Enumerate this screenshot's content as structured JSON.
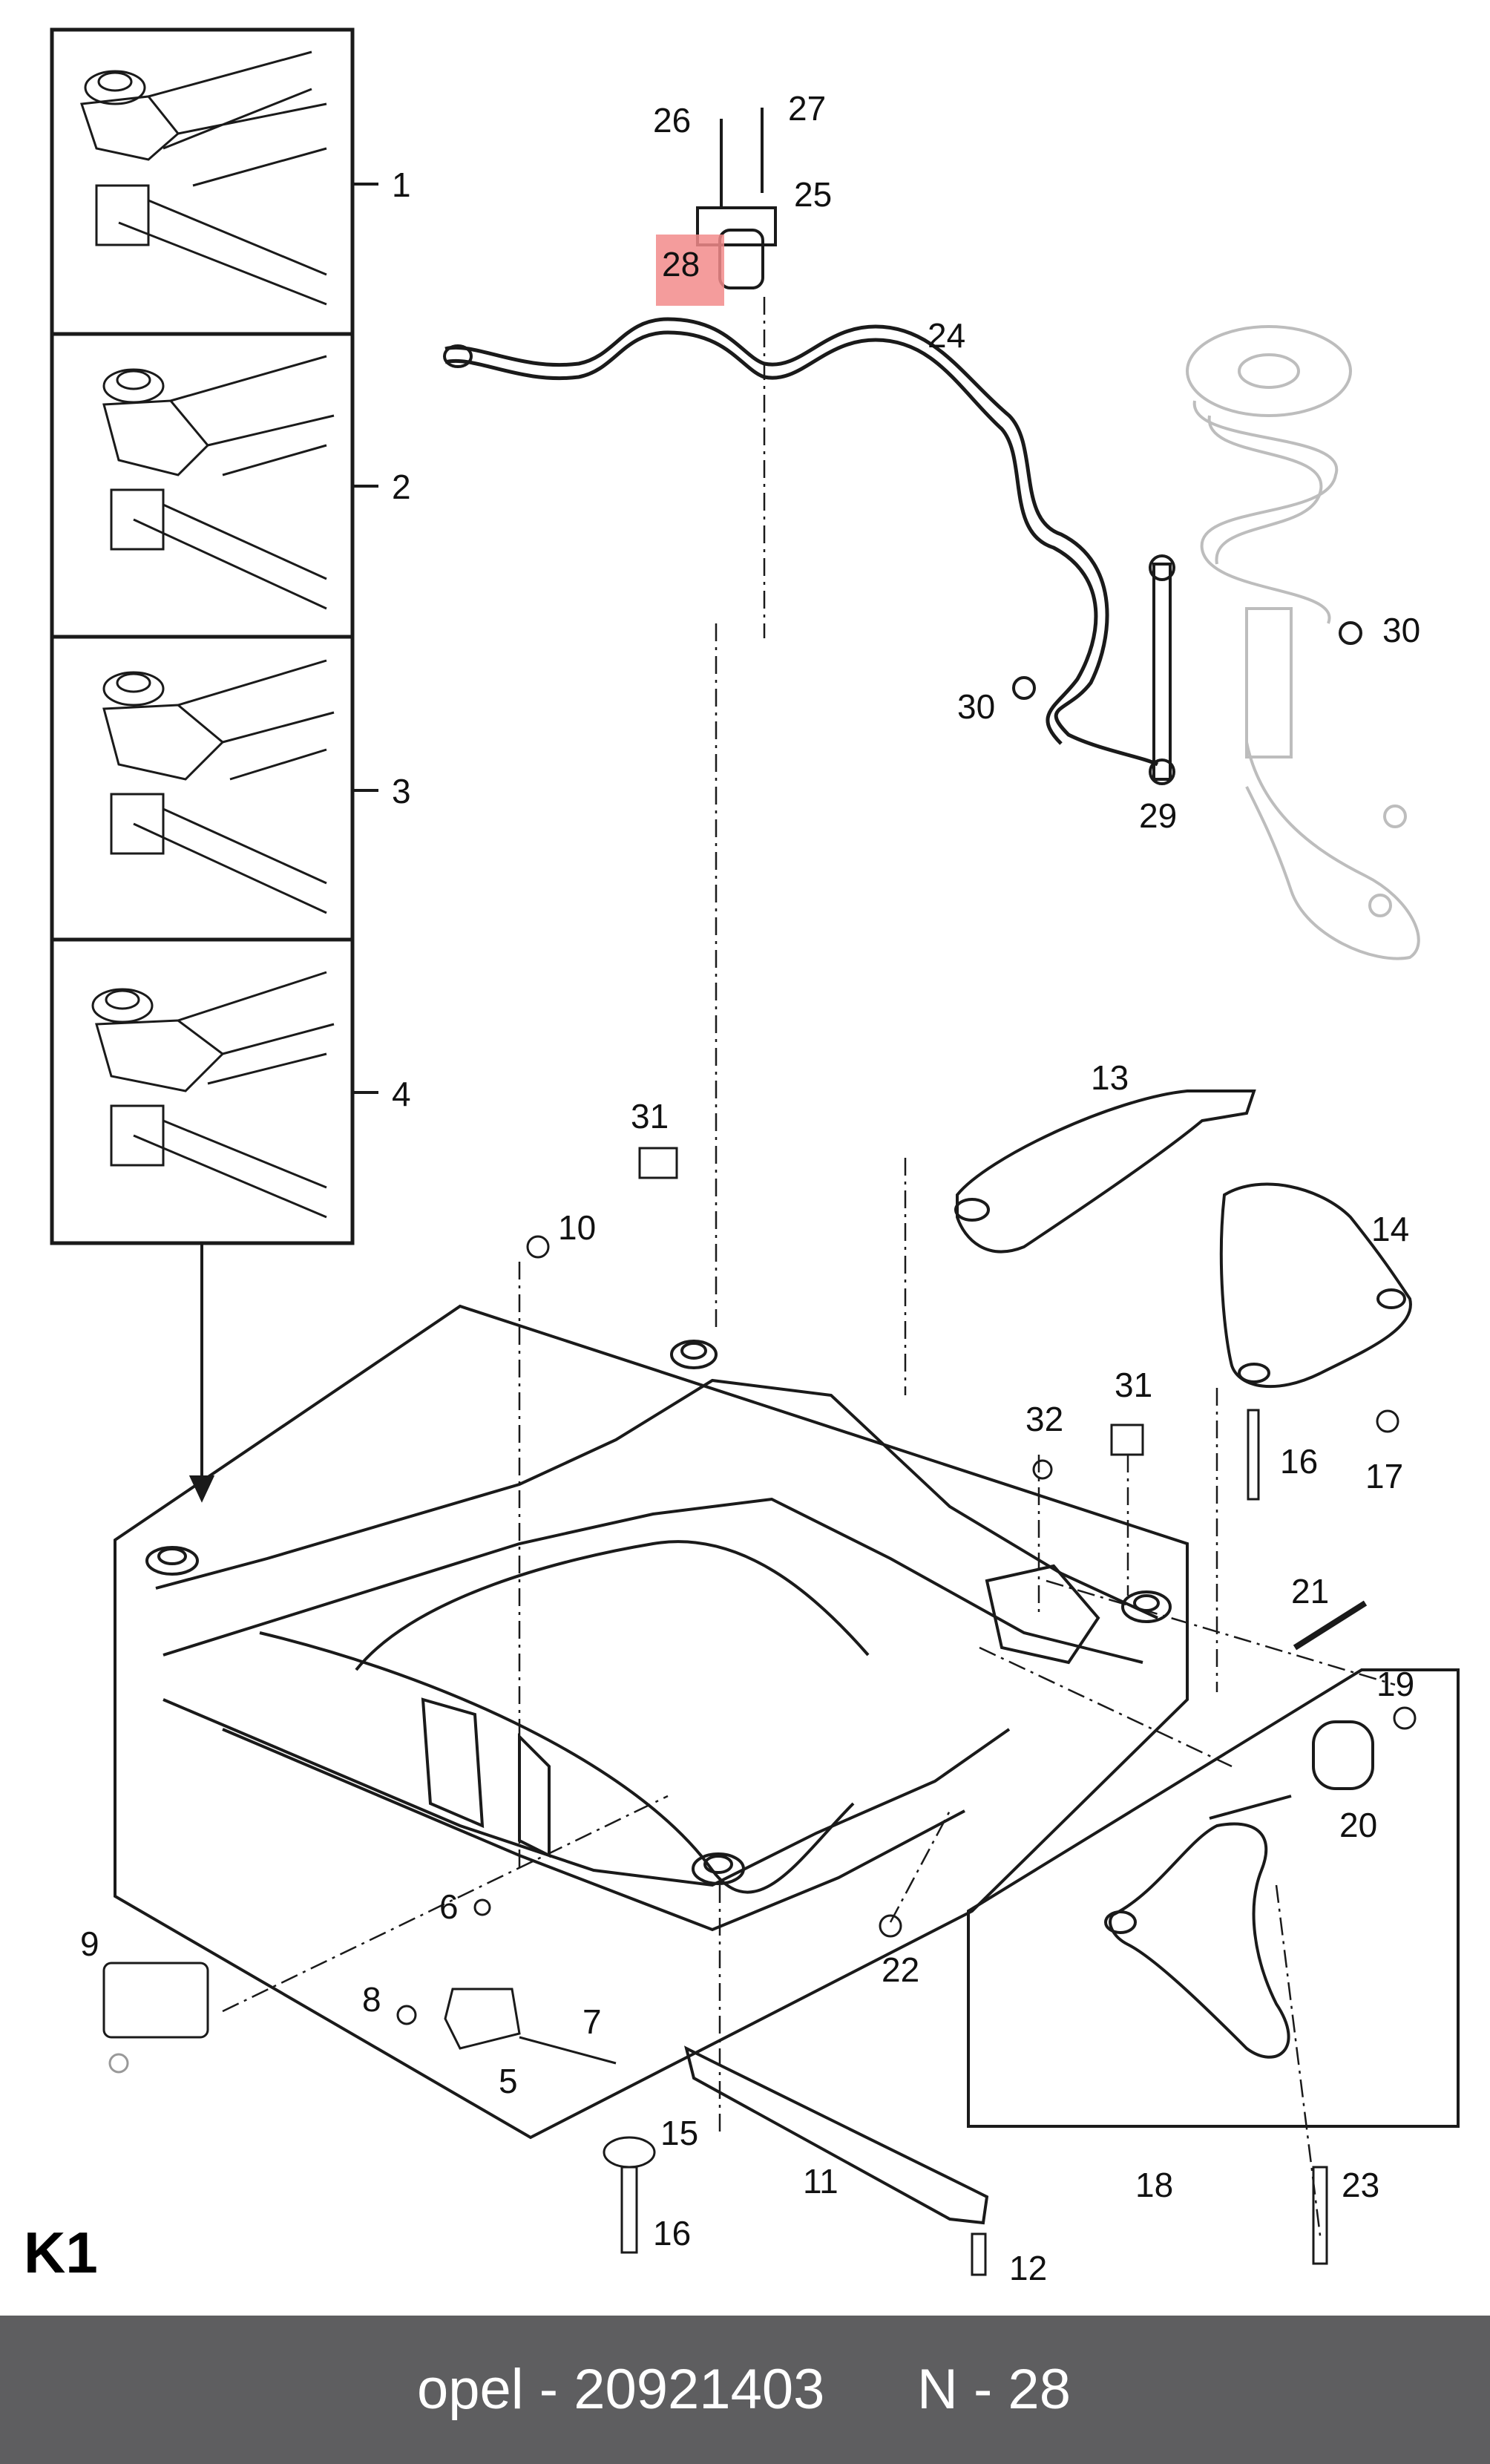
{
  "diagram": {
    "section_code": "K1",
    "highlight_color": "#f28b8b",
    "callouts": [
      {
        "id": "c1",
        "label": "1"
      },
      {
        "id": "c2",
        "label": "2"
      },
      {
        "id": "c3",
        "label": "3"
      },
      {
        "id": "c4",
        "label": "4"
      },
      {
        "id": "c5",
        "label": "5"
      },
      {
        "id": "c6",
        "label": "6"
      },
      {
        "id": "c7",
        "label": "7"
      },
      {
        "id": "c8",
        "label": "8"
      },
      {
        "id": "c9",
        "label": "9"
      },
      {
        "id": "c10",
        "label": "10"
      },
      {
        "id": "c11",
        "label": "11"
      },
      {
        "id": "c12",
        "label": "12"
      },
      {
        "id": "c13",
        "label": "13"
      },
      {
        "id": "c14",
        "label": "14"
      },
      {
        "id": "c15",
        "label": "15"
      },
      {
        "id": "c16a",
        "label": "16"
      },
      {
        "id": "c16b",
        "label": "16"
      },
      {
        "id": "c17",
        "label": "17"
      },
      {
        "id": "c18",
        "label": "18"
      },
      {
        "id": "c19",
        "label": "19"
      },
      {
        "id": "c20",
        "label": "20"
      },
      {
        "id": "c21",
        "label": "21"
      },
      {
        "id": "c22",
        "label": "22"
      },
      {
        "id": "c23",
        "label": "23"
      },
      {
        "id": "c24",
        "label": "24"
      },
      {
        "id": "c25",
        "label": "25"
      },
      {
        "id": "c26",
        "label": "26"
      },
      {
        "id": "c27",
        "label": "27"
      },
      {
        "id": "c28",
        "label": "28",
        "highlighted": true
      },
      {
        "id": "c29",
        "label": "29"
      },
      {
        "id": "c30a",
        "label": "30"
      },
      {
        "id": "c30b",
        "label": "30"
      },
      {
        "id": "c31a",
        "label": "31"
      },
      {
        "id": "c31b",
        "label": "31"
      },
      {
        "id": "c32",
        "label": "32"
      }
    ]
  },
  "footer": {
    "part_text": "opel - 20921403",
    "number_text": "N - 28",
    "background": "#5e5e60"
  }
}
